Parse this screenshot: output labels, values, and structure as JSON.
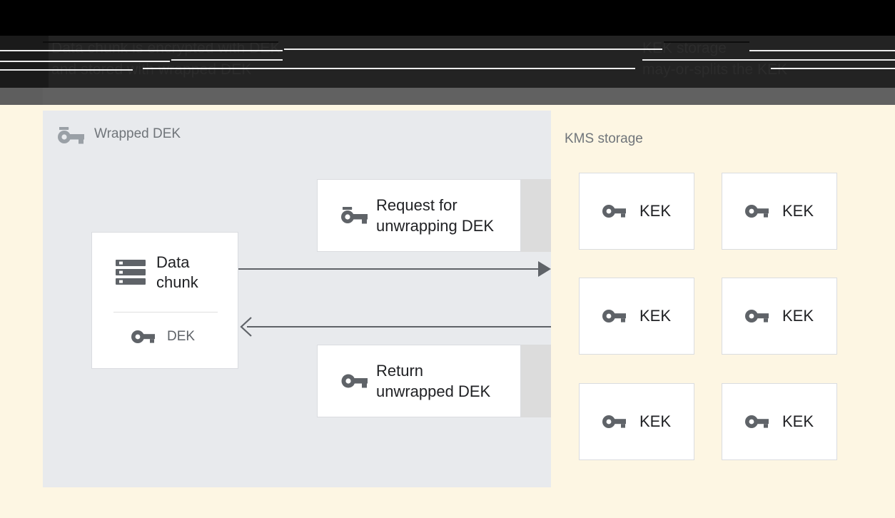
{
  "window": {
    "header_title_left": "Data chunk is encrypted with DEK\nand stored with wrapped DEK",
    "header_title_right": "KEK storage\nmay-or-splits the KEK"
  },
  "diagram": {
    "type": "flow",
    "left_panel": {
      "title": "Wrapped DEK",
      "icon": "wrapped-key-icon",
      "background_color": "#e8eaed"
    },
    "right_panel": {
      "title": "KMS storage",
      "background_color": "#fdf6e3"
    },
    "data_chunk_card": {
      "icon": "storage-icon",
      "title": "Data\nchunk",
      "key_icon": "key-icon",
      "key_label": "DEK"
    },
    "messages": [
      {
        "id": "request",
        "icon": "wrapped-key-icon",
        "label": "Request for\nunwrapping DEK"
      },
      {
        "id": "return",
        "icon": "key-icon",
        "label": "Return\nunwrapped DEK"
      }
    ],
    "arrows": [
      {
        "id": "arrow-request",
        "direction": "right"
      },
      {
        "id": "arrow-return",
        "direction": "left"
      }
    ],
    "kek_items": [
      {
        "icon": "key-icon",
        "label": "KEK"
      },
      {
        "icon": "key-icon",
        "label": "KEK"
      },
      {
        "icon": "key-icon",
        "label": "KEK"
      },
      {
        "icon": "key-icon",
        "label": "KEK"
      },
      {
        "icon": "key-icon",
        "label": "KEK"
      },
      {
        "icon": "key-icon",
        "label": "KEK"
      }
    ]
  },
  "colors": {
    "panel_grey": "#e8eaed",
    "panel_cream": "#fdf6e3",
    "band_grey": "#616161",
    "text_primary": "#202124",
    "text_secondary": "#5f6368",
    "text_muted": "#70757a",
    "card_border": "#dadce0",
    "icon_grey": "#5f6368"
  }
}
